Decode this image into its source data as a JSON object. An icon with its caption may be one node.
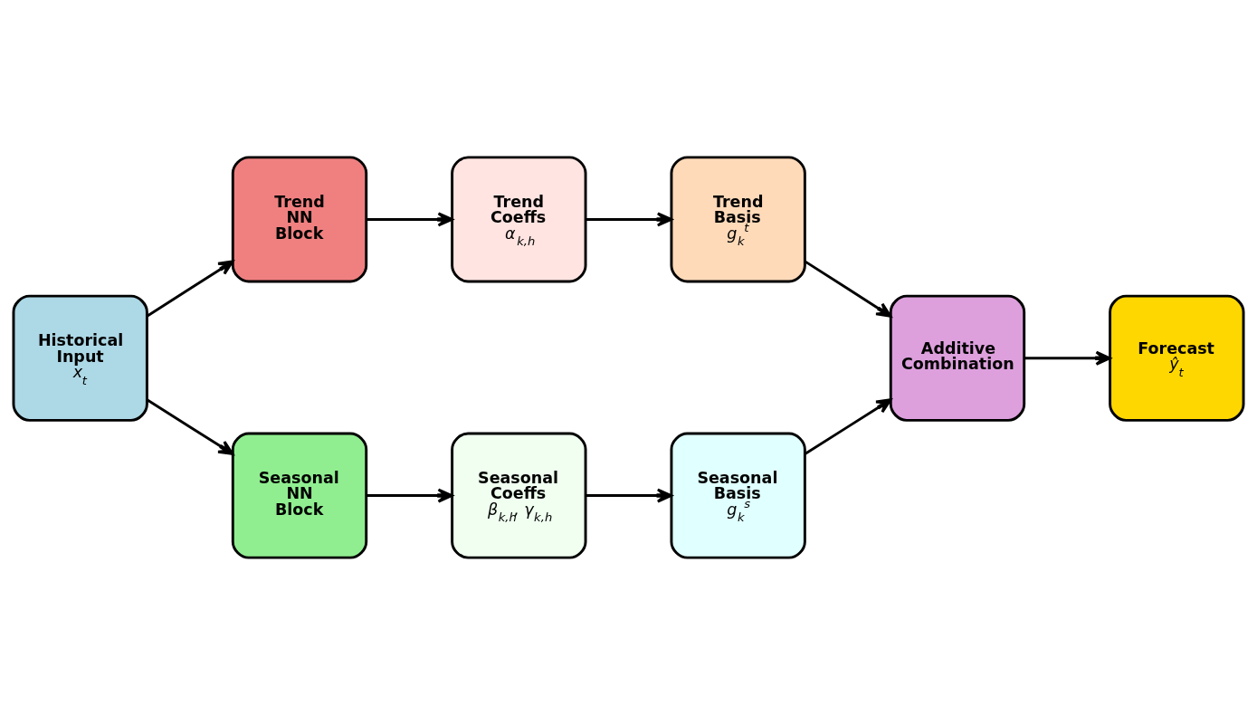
{
  "diagram": {
    "nodes": [
      {
        "text": [
          "Historical Input",
          "x$_{t}$"
        ]
      },
      {
        "text": [
          "Trend NN Block"
        ]
      },
      {
        "text": [
          "Trend Coeffs",
          "α$_{k,h}$"
        ]
      },
      {
        "text": [
          "Trend Basis",
          "g$_{k}$$^{t}$"
        ]
      },
      {
        "text": [
          "Seasonal NN Block"
        ]
      },
      {
        "text": [
          "Seasonal Coeffs",
          "β$_{k,h}$, γ$_{k,h}$"
        ]
      },
      {
        "text": [
          "Seasonal Basis",
          "g$_{k}$$^{s}$"
        ]
      },
      {
        "text": [
          "Additive Combination"
        ]
      },
      {
        "text": [
          "Forecast",
          "ŷ$_{t}$"
        ]
      }
    ],
    "edges": [
      {
        "from": 0,
        "to": 1,
        "arrow": "to"
      },
      {
        "from": 0,
        "to": 4,
        "arrow": "to"
      },
      {
        "from": 1,
        "to": 2,
        "arrow": "to"
      },
      {
        "from": 2,
        "to": 3,
        "arrow": "to"
      },
      {
        "from": 4,
        "to": 5,
        "arrow": "to"
      },
      {
        "from": 5,
        "to": 6,
        "arrow": "to"
      },
      {
        "from": 3,
        "to": 7,
        "arrow": "to"
      },
      {
        "from": 6,
        "to": 7,
        "arrow": "to"
      },
      {
        "from": 7,
        "to": 8,
        "arrow": "to"
      }
    ]
  }
}
